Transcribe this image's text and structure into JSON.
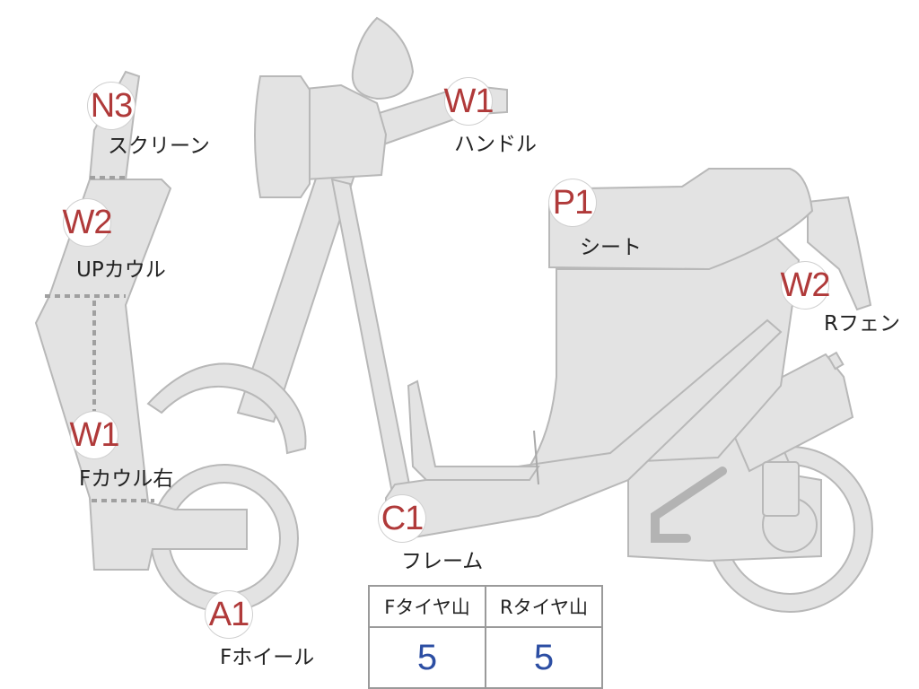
{
  "markers": {
    "screen_code": "N3",
    "upper_cowl_code": "W2",
    "front_cowl_code": "W1",
    "front_wheel_code": "A1",
    "frame_code": "C1",
    "handle_code": "W1",
    "seat_code": "P1",
    "rear_fender_code": "W2"
  },
  "labels": {
    "screen": "スクリーン",
    "upper_cowl": "UPカウル",
    "front_cowl": "Fカウル右",
    "front_wheel": "Fホイール",
    "frame": "フレーム",
    "handle": "ハンドル",
    "seat": "シート",
    "rear_fender": "Rフェン"
  },
  "tread_table": {
    "front_header": "Fタイヤ山",
    "rear_header": "Rタイヤ山",
    "front_value": "5",
    "rear_value": "5"
  },
  "colors": {
    "part_fill": "#e3e3e3",
    "code_text": "#b03a3a",
    "value_text": "#2c4ea3"
  }
}
